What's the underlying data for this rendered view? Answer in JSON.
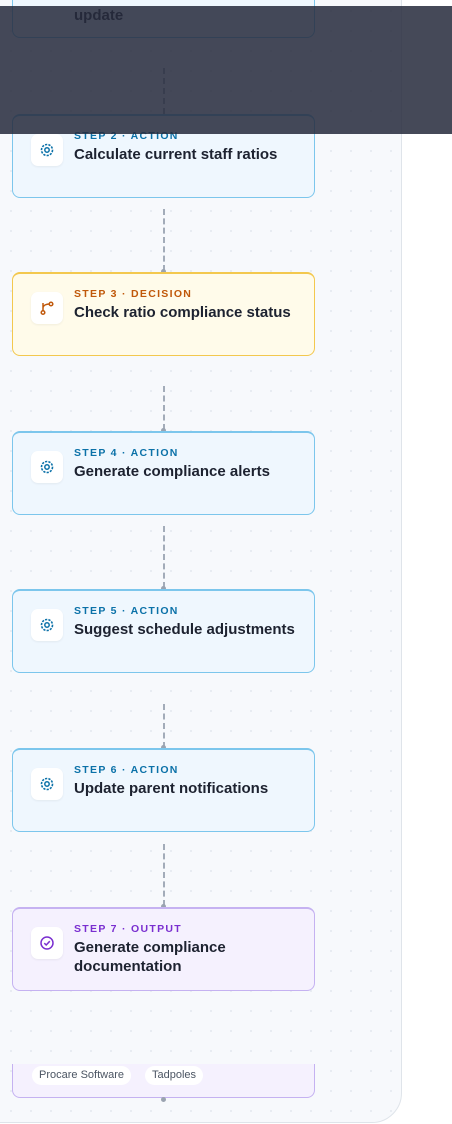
{
  "steps": [
    {
      "label": "",
      "title": "update"
    },
    {
      "label": "STEP 2 · ACTION",
      "title": "Calculate current staff ratios"
    },
    {
      "label": "STEP 3 · DECISION",
      "title": "Check ratio compliance status"
    },
    {
      "label": "STEP 4 · ACTION",
      "title": "Generate compliance alerts"
    },
    {
      "label": "STEP 5 · ACTION",
      "title": "Suggest schedule adjustments"
    },
    {
      "label": "STEP 6 · ACTION",
      "title": "Update parent notifications"
    },
    {
      "label": "STEP 7 · OUTPUT",
      "title": "Generate compliance documentation"
    }
  ],
  "tags": [
    "Procare Software",
    "Tadpoles"
  ],
  "colors": {
    "action_border": "#7cc6ec",
    "decision_border": "#f3c84e",
    "output_border": "#c5b2f1",
    "action_label": "#0b71a8",
    "decision_label": "#c0580a",
    "output_label": "#7a2fd0"
  },
  "icons": {
    "action": "settings-gear-icon",
    "decision": "branch-icon",
    "output": "check-circle-icon"
  }
}
